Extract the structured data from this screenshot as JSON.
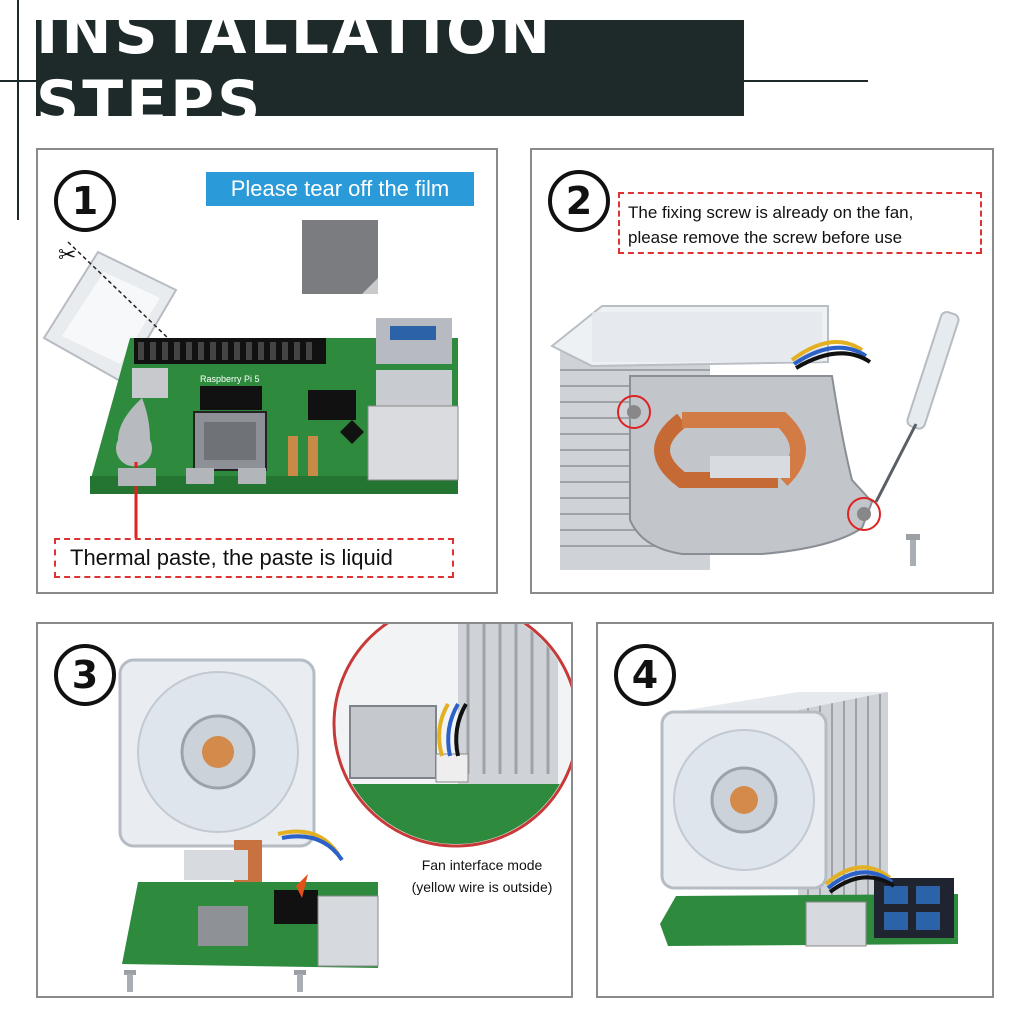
{
  "header": {
    "title": "INSTALLATION STEPS"
  },
  "steps": [
    {
      "number": "1",
      "tag": "Please tear off the film",
      "note": "Thermal paste, the paste is liquid"
    },
    {
      "number": "2",
      "note_line1": "The fixing screw is already on the fan,",
      "note_line2": "please remove the screw before use"
    },
    {
      "number": "3",
      "caption_line1": "Fan interface mode",
      "caption_line2": "(yellow wire is outside)"
    },
    {
      "number": "4"
    }
  ],
  "board_label": "Raspberry Pi 5",
  "icons": [
    "scissors-icon",
    "screwdriver-icon",
    "screw-icon",
    "cooling-fan-icon",
    "heatsink-icon"
  ],
  "colors": {
    "header_bg": "#1e2a29",
    "tag_bg": "#2a9ad8",
    "accent_red": "#d33333",
    "board_green": "#2e8b3e"
  }
}
